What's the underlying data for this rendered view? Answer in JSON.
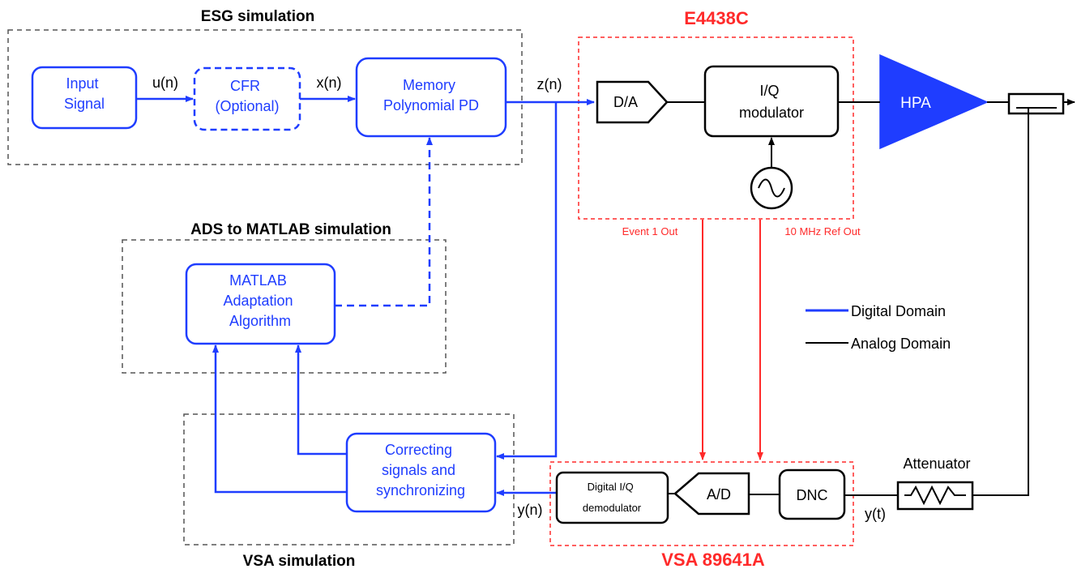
{
  "groups": {
    "esg": "ESG simulation",
    "ads": "ADS to MATLAB simulation",
    "vsa_sim": "VSA simulation",
    "e4438c": "E4438C",
    "vsa_hw": "VSA 89641A"
  },
  "blocks": {
    "input_signal": [
      "Input",
      "Signal"
    ],
    "cfr": [
      "CFR",
      "(Optional)"
    ],
    "memory_pd": [
      "Memory",
      "Polynomial PD"
    ],
    "matlab": [
      "MATLAB",
      "Adaptation",
      "Algorithm"
    ],
    "correcting": [
      "Correcting",
      "signals and",
      "synchronizing"
    ],
    "da": "D/A",
    "iq_mod": [
      "I/Q",
      "modulator"
    ],
    "hpa": "HPA",
    "digital_demod": [
      "Digital I/Q",
      "demodulator"
    ],
    "ad": "A/D",
    "dnc": "DNC",
    "attenuator": "Attenuator"
  },
  "signals": {
    "u": "u(n)",
    "x": "x(n)",
    "z": "z(n)",
    "y_n": "y(n)",
    "y_t": "y(t)",
    "event": "Event 1 Out",
    "ref": "10 MHz Ref Out"
  },
  "legend": {
    "digital": "Digital Domain",
    "analog": "Analog Domain"
  },
  "colors": {
    "digital": "#1f3dff",
    "analog": "#000000",
    "hardware": "#ff2a2a",
    "group_border": "#555555"
  }
}
